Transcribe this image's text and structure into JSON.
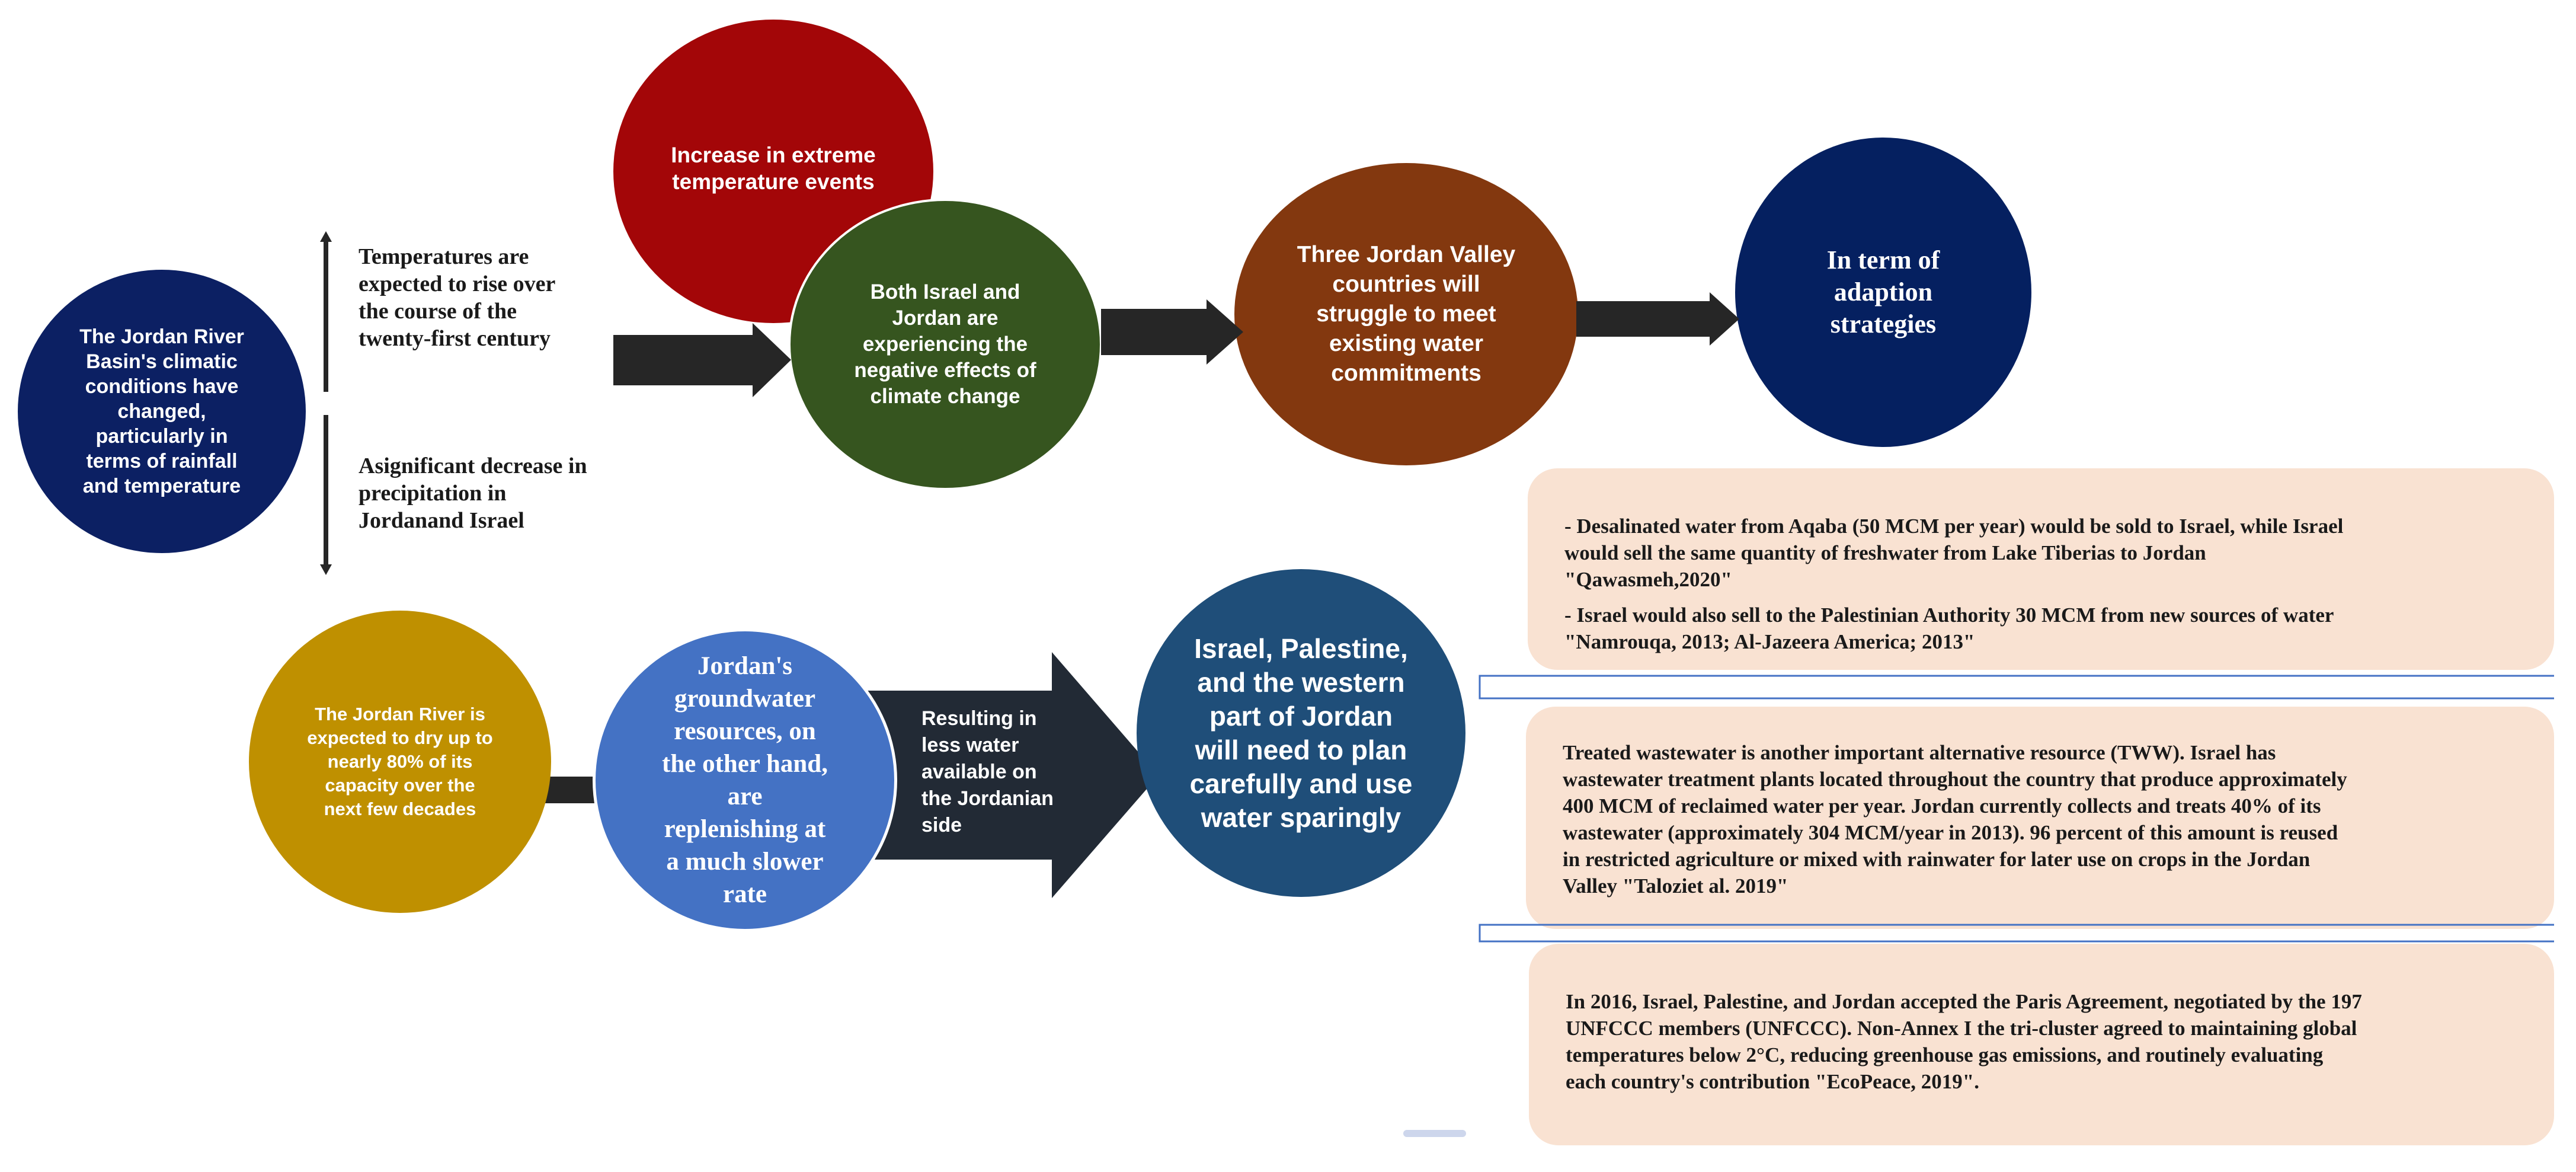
{
  "circles": {
    "jordan_basin": "The Jordan River\nBasin's climatic\nconditions have\nchanged,\nparticularly in\nterms of rainfall\nand temperature",
    "extreme_temperature": "Increase in extreme\ntemperature events",
    "climate_effects": "Both Israel and\nJordan are\nexperiencing the\nnegative effects of\nclimate change",
    "water_commitments": "Three Jordan Valley\ncountries will\nstruggle to meet\nexisting water\ncommitments",
    "adaption_strategies": "In term of\nadaption\nstrategies",
    "river_dry": "The Jordan River is\nexpected to dry up to\nnearly 80% of its\ncapacity over the\nnext few decades",
    "groundwater": "Jordan's\ngroundwater\nresources, on\nthe other hand,\nare\nreplenishing at\na much slower\nrate",
    "plan_carefully": "Israel, Palestine,\nand the western\npart of Jordan\nwill need to plan\ncarefully and use\nwater sparingly"
  },
  "notes": {
    "temperatures_rise": "Temperatures are\nexpected to rise over\nthe course of the\ntwenty-first century",
    "precipitation_decrease": "Asignificant decrease in\nprecipitation in\nJordanand Israel"
  },
  "arrow_labels": {
    "less_water": "Resulting in\nless water\navailable on\nthe Jordanian\nside"
  },
  "boxes": {
    "desalination_1": "- Desalinated water from Aqaba (50 MCM per year) would be sold to Israel, while Israel\nwould sell the same quantity of freshwater from Lake Tiberias to Jordan\n\"Qawasmeh,2020\"",
    "desalination_2": "- Israel would also sell to the Palestinian Authority 30 MCM from new sources of water\n\"Namrouqa, 2013; Al-Jazeera America; 2013\"",
    "wastewater": "Treated wastewater is another important alternative resource (TWW). Israel has\nwastewater treatment plants located throughout the country that produce approximately\n400 MCM of reclaimed water per year. Jordan currently collects and treats 40% of its\nwastewater (approximately 304 MCM/year in 2013). 96 percent of this amount is reused\nin restricted agriculture or mixed with rainwater for later use on crops in the Jordan\nValley \"Taloziet al. 2019\"",
    "paris_agreement": "In 2016, Israel, Palestine, and Jordan accepted the Paris Agreement, negotiated by the 197\nUNFCCC members (UNFCCC). Non-Annex I the tri-cluster agreed to maintaining global\ntemperatures below 2°C, reducing greenhouse gas emissions, and routinely evaluating\neach country's contribution \"EcoPeace, 2019\"."
  },
  "colors": {
    "dark_navy": "#0c2063",
    "dark_red": "#a30608",
    "green": "#36551f",
    "brown": "#83380f",
    "navy_blue": "#052060",
    "gold": "#bf9000",
    "medium_blue": "#4472c4",
    "steel_blue": "#1f4e79",
    "arrow_dark": "#262626",
    "box_peach": "#f9e2d2",
    "line_blue": "#4472c4"
  }
}
